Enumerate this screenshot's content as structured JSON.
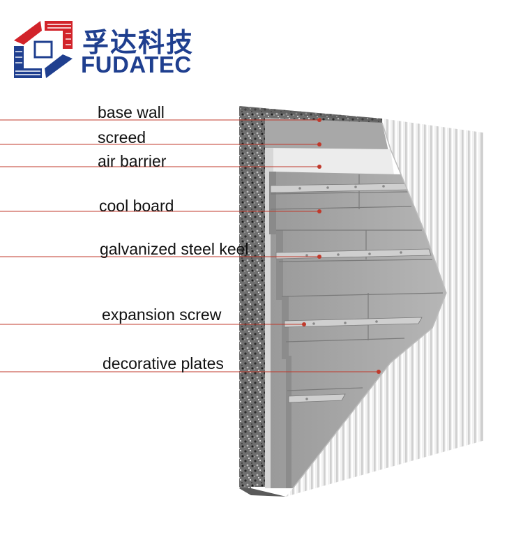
{
  "brand": {
    "name_cn": "孚达科技",
    "name_en": "FUDATEC",
    "logo_icon": "fudatec-logo-icon",
    "primary_color": "#1f3f8f",
    "accent_color": "#d2232a"
  },
  "callouts": [
    {
      "id": "base-wall",
      "label": "base wall"
    },
    {
      "id": "screed",
      "label": "screed"
    },
    {
      "id": "air-barrier",
      "label": "air barrier"
    },
    {
      "id": "cool-board",
      "label": "cool board"
    },
    {
      "id": "galvanized-steel-keel",
      "label": "galvanized steel keel"
    },
    {
      "id": "expansion-screw",
      "label": "expansion screw"
    },
    {
      "id": "decorative-plates",
      "label": "decorative plates"
    }
  ],
  "leader_color": "#c0392b"
}
